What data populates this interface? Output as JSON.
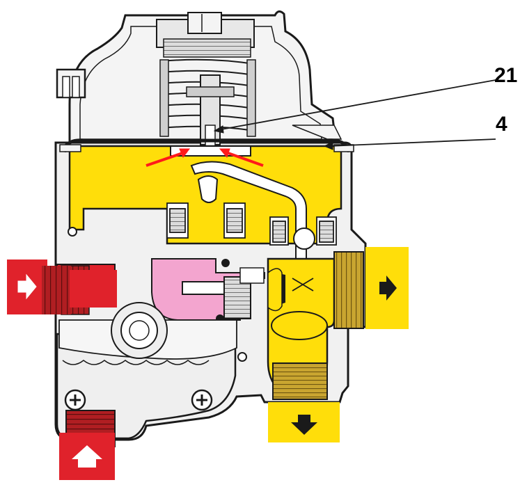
{
  "callouts": [
    {
      "id": "21",
      "label": "21"
    },
    {
      "id": "4",
      "label": "4"
    }
  ],
  "colors": {
    "outline": "#1a1a1a",
    "body": "#f2f2f2",
    "gas_chamber": "#ffde0a",
    "inlet_red": "#e0222b",
    "dark_red": "#8a1a1a",
    "thread_gold": "#a88a1e",
    "valve_pink": "#f3a5cf",
    "force_arrow": "#ff1a1a",
    "spring_gray": "#bdbdbd"
  },
  "icons": {
    "inlet_right": "arrow-right-icon",
    "inlet_up": "arrow-up-icon",
    "outlet_right": "arrow-right-icon",
    "outlet_down": "arrow-down-icon",
    "screw_1": "plus-screw-icon",
    "screw_2": "plus-screw-icon"
  }
}
